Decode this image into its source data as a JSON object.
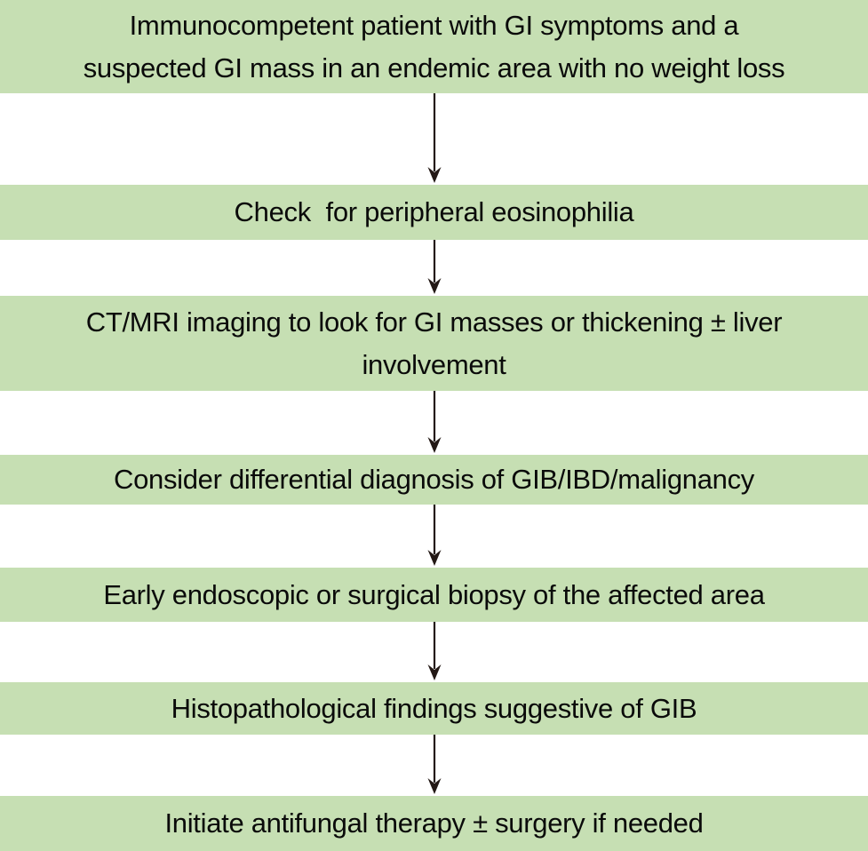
{
  "page": {
    "colors": {
      "band": "#c6dfb3",
      "arrow": "#231815",
      "text": "#0a0a0a",
      "bg": "#ffffff"
    }
  },
  "flow": {
    "steps": [
      {
        "text": "Immunocompetent patient with GI symptoms and a\nsuspected GI mass in an endemic area with no weight loss"
      },
      {
        "text": "Check  for peripheral eosinophilia"
      },
      {
        "text": "CT/MRI imaging to look for GI masses or thickening ± liver\ninvolvement"
      },
      {
        "text": "Consider differential diagnosis of GIB/IBD/malignancy"
      },
      {
        "text": "Early endoscopic or surgical biopsy of the affected area"
      },
      {
        "text": "Histopathological findings suggestive of GIB"
      },
      {
        "text": "Initiate antifungal therapy ± surgery if needed"
      }
    ]
  }
}
